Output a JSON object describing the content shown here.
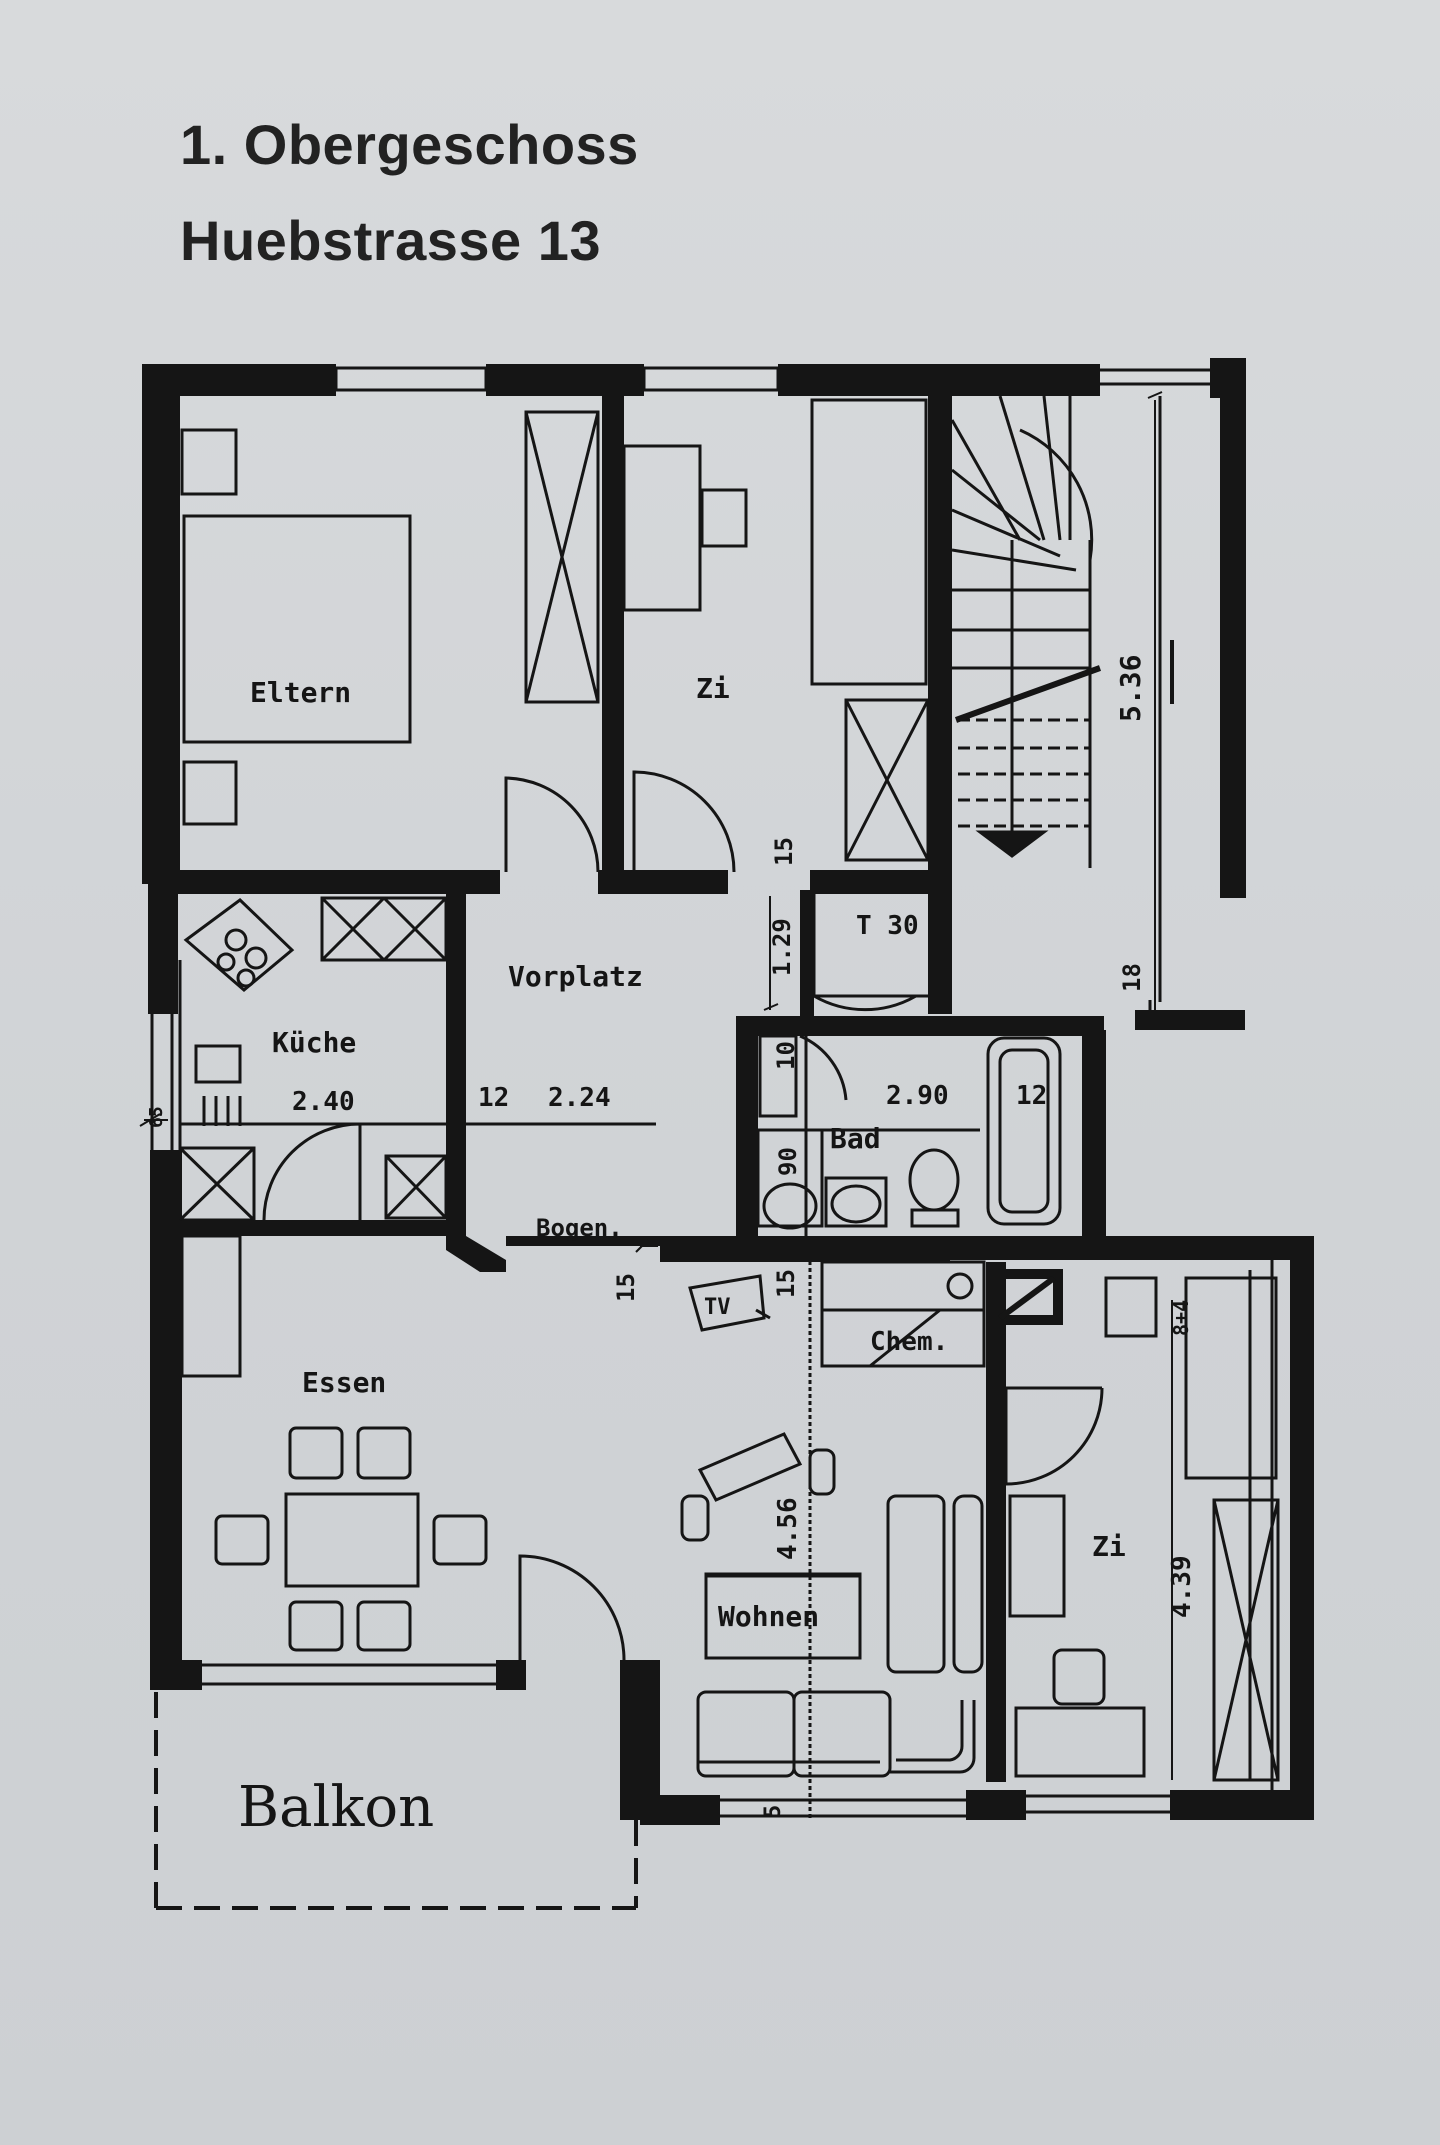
{
  "header": {
    "title": "1. Obergeschoss",
    "address": "Huebstrasse 13"
  },
  "rooms": {
    "eltern": "Eltern",
    "zi_top": "Zi",
    "vorplatz": "Vorplatz",
    "kueche": "Küche",
    "bad": "Bad",
    "essen": "Essen",
    "wohnen": "Wohnen",
    "zi_right": "Zi",
    "chem": "Chem.",
    "balkon": "Balkon"
  },
  "labels": {
    "t30": "T 30",
    "bogen": "Bogen.",
    "tv": "TV"
  },
  "dimensions": {
    "d536": "5.36",
    "d18": "18",
    "d15_zi": "15",
    "d129": "1.29",
    "d10": "10",
    "d290": "2.90",
    "d12_bad": "12",
    "d90": "90",
    "d240": "2.40",
    "d12_vor": "12",
    "d224": "2.24",
    "d15_essen": "15",
    "d15_tv": "15",
    "d456": "4.56",
    "d439": "4.39",
    "d84": "8+4",
    "d5": "5",
    "d65": "65"
  }
}
